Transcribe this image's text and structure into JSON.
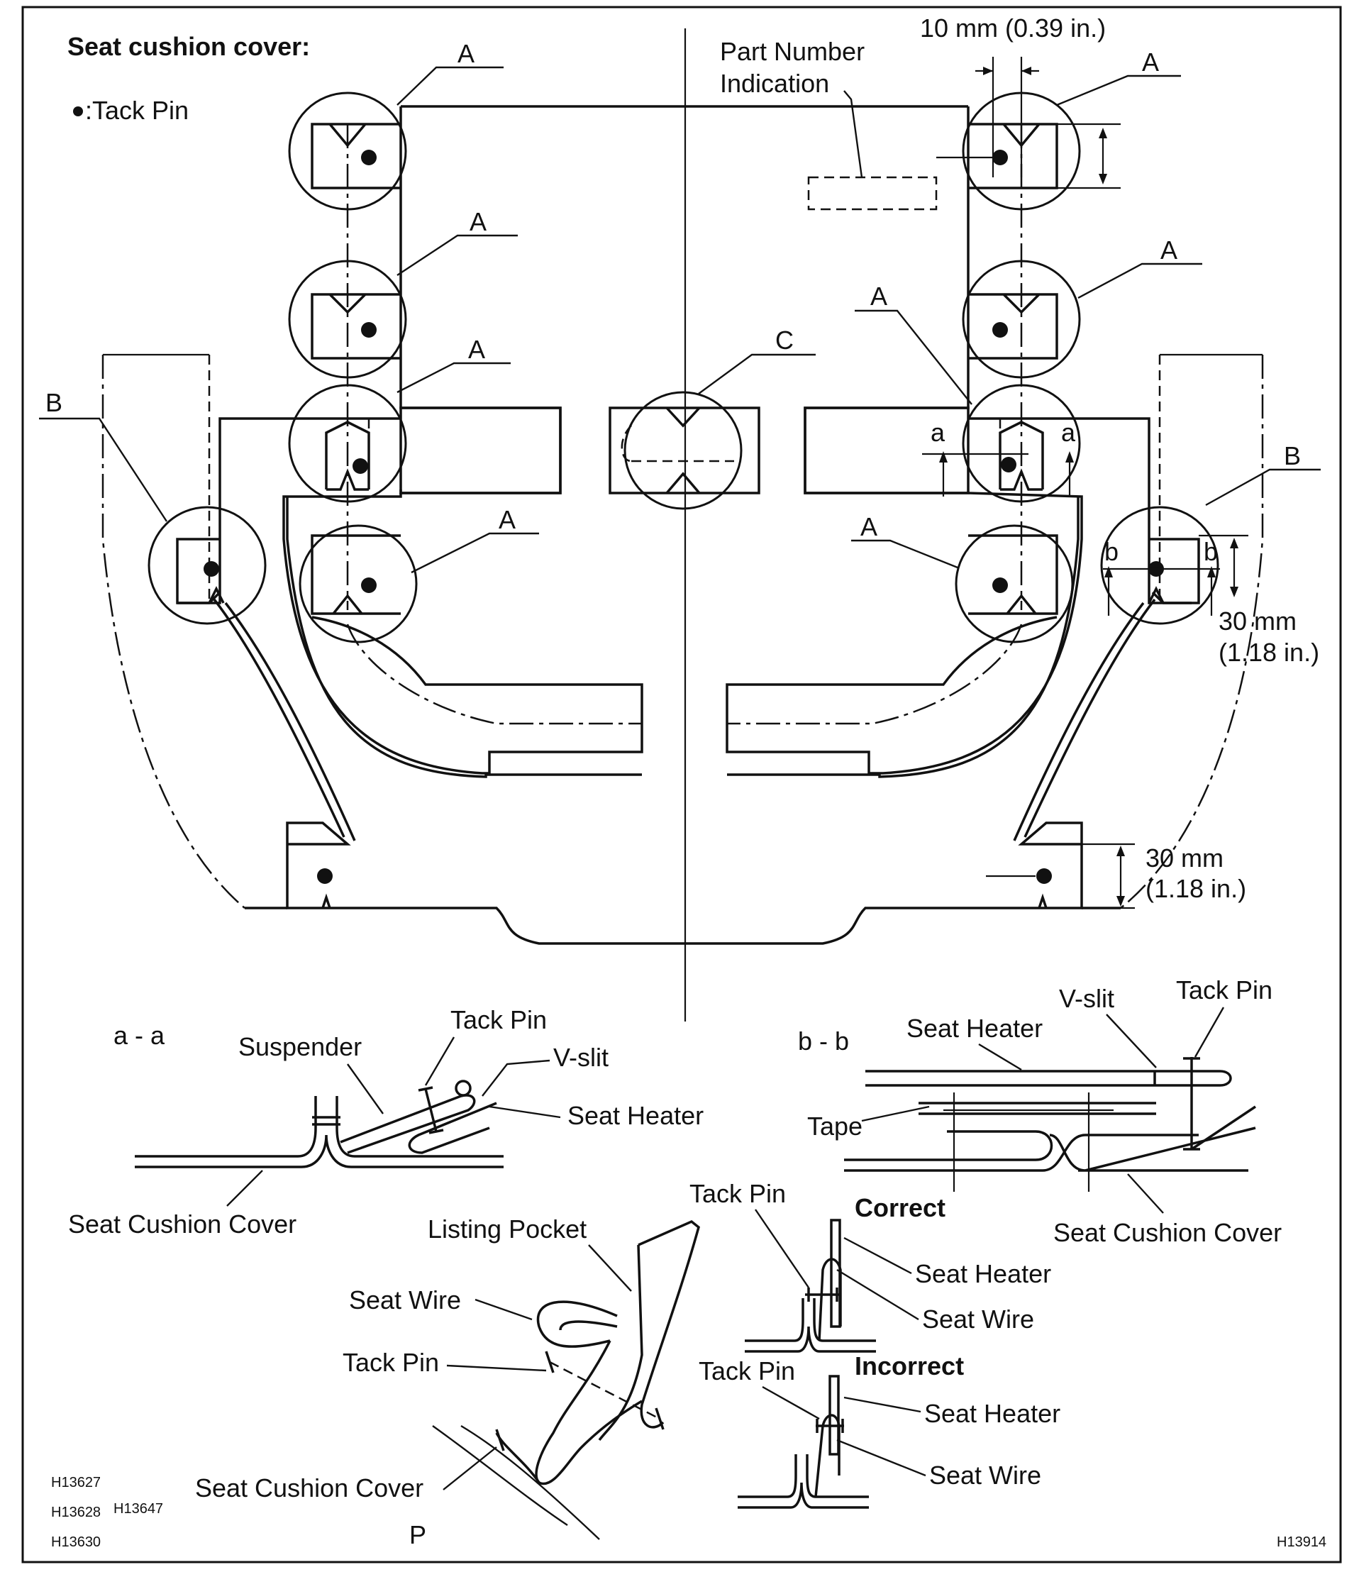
{
  "title": "Seat cushion cover:",
  "legend": {
    "symbol": "●",
    "label": ":Tack Pin"
  },
  "callouts": {
    "A": "A",
    "B": "B",
    "C": "C",
    "a": "a",
    "b": "b"
  },
  "part_number_indication": [
    "Part Number",
    "Indication"
  ],
  "dimensions": {
    "slit_width": "10 mm (0.39 in.)",
    "offset_30_line1": "30 mm",
    "offset_30_line2": "(1.18 in.)"
  },
  "section_aa": {
    "title": "a  -  a",
    "labels": {
      "suspender": "Suspender",
      "tack_pin": "Tack Pin",
      "v_slit": "V-slit",
      "seat_heater": "Seat Heater",
      "seat_cushion_cover": "Seat Cushion Cover"
    }
  },
  "section_bb": {
    "title": "b  -  b",
    "labels": {
      "seat_heater": "Seat Heater",
      "v_slit": "V-slit",
      "tack_pin": "Tack Pin",
      "tape": "Tape",
      "seat_cushion_cover": "Seat Cushion Cover"
    }
  },
  "listing_detail": {
    "listing_pocket": "Listing Pocket",
    "seat_wire": "Seat Wire",
    "tack_pin": "Tack Pin",
    "seat_cushion_cover": "Seat Cushion Cover",
    "view_label": "P"
  },
  "correct_detail": {
    "heading": "Correct",
    "tack_pin": "Tack Pin",
    "seat_heater": "Seat Heater",
    "seat_wire": "Seat Wire"
  },
  "incorrect_detail": {
    "heading": "Incorrect",
    "tack_pin": "Tack Pin",
    "seat_heater": "Seat Heater",
    "seat_wire": "Seat Wire"
  },
  "figure_codes": [
    "H13627",
    "H13628",
    "H13647",
    "H13630",
    "H13914"
  ]
}
